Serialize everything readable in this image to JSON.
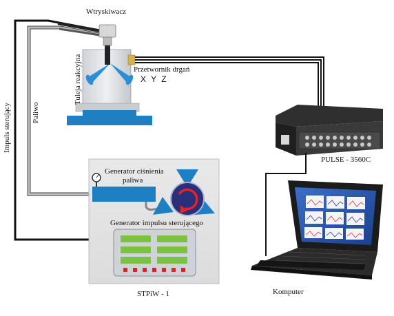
{
  "labels": {
    "injector": "Wtryskiwacz",
    "reaction_sleeve": "Tuleja reakcyjna",
    "vibration_transducer": "Przetwornik drgań",
    "axes": "X Y Z",
    "control_pulse": "Impuls sterujący",
    "fuel": "Paliwo",
    "pressure_generator_line1": "Generator ciśnienia",
    "pressure_generator_line2": "paliwa",
    "pulse_generator": "Generator impulsu sterującego",
    "bench": "STPiW - 1",
    "analyzer": "PULSE - 3560C",
    "computer": "Komputer"
  },
  "colors": {
    "accent_blue": "#1e7fc3",
    "bench_gray": "#e3e3e3",
    "green_display": "#7cc242",
    "red_indicator": "#d9262b",
    "pump_rotor": "#2a2f7a",
    "arrow_red": "#e2232a"
  }
}
